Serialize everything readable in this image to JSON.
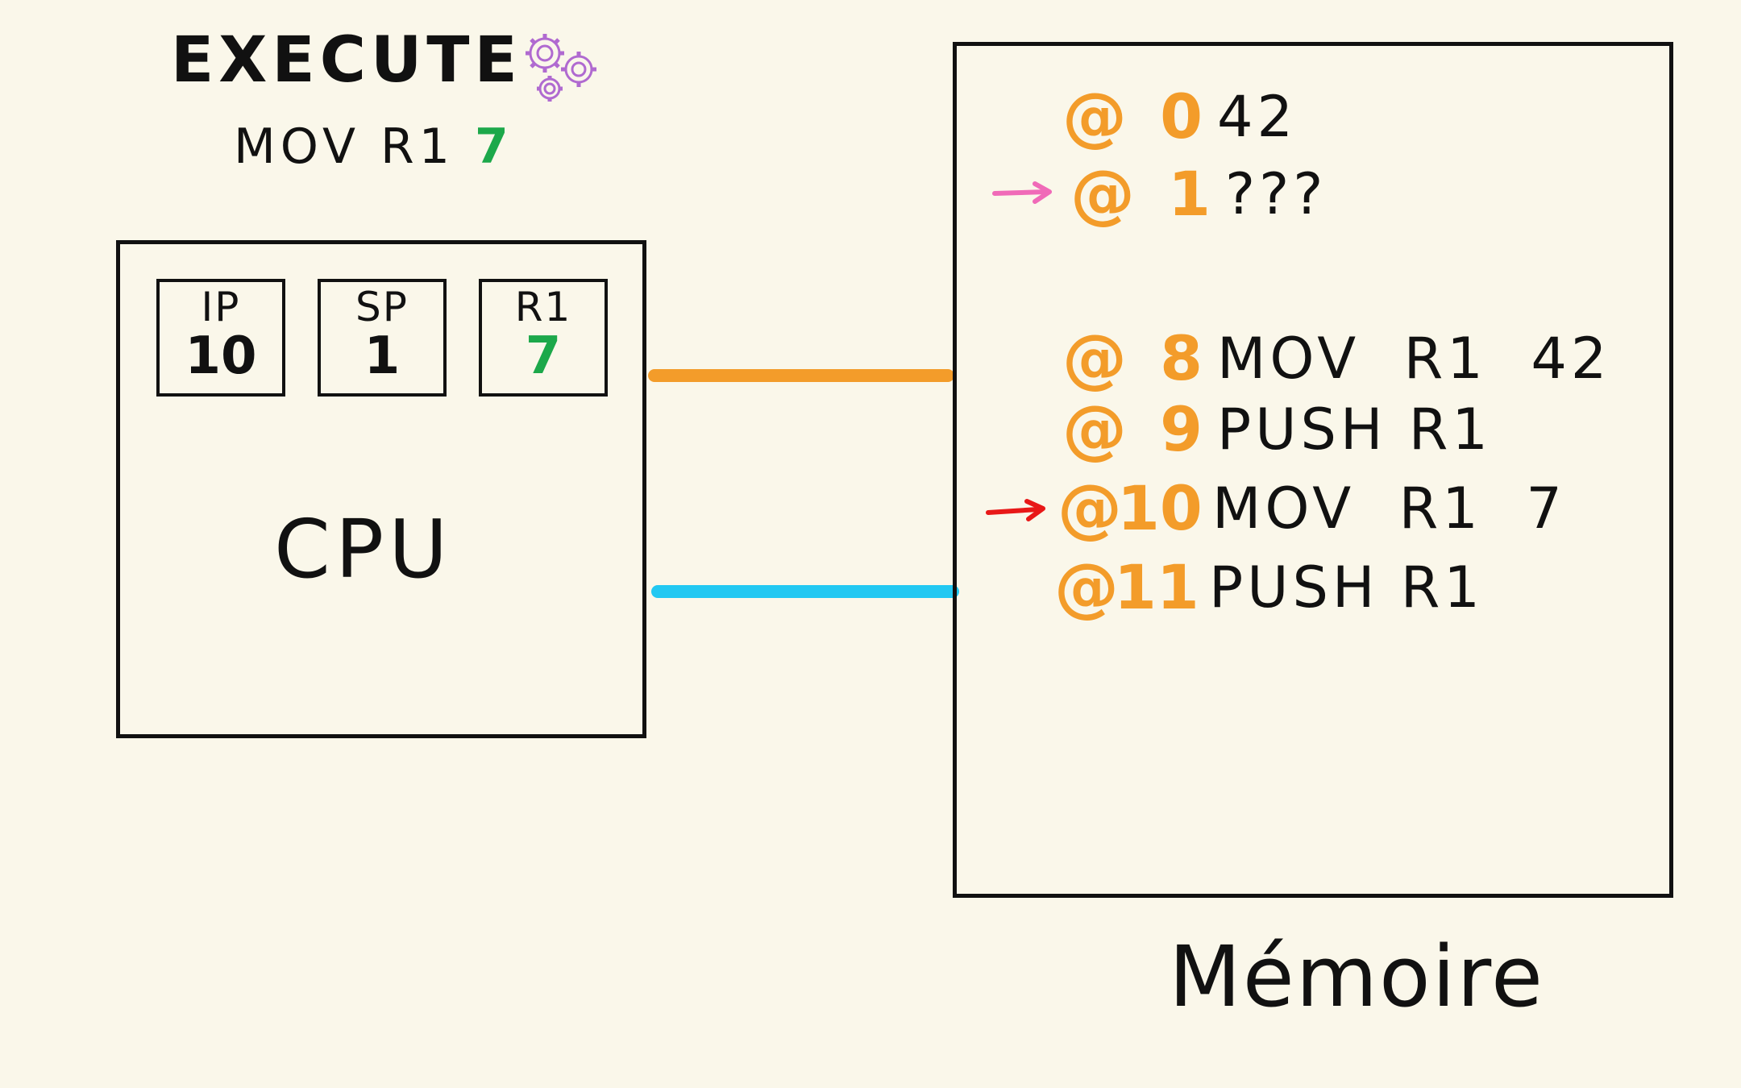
{
  "stage": {
    "title": "EXECUTE",
    "instruction_op": "MOV R1",
    "instruction_arg": "7"
  },
  "cpu": {
    "label": "CPU",
    "registers": [
      {
        "name": "IP",
        "value": "10"
      },
      {
        "name": "SP",
        "value": "1"
      },
      {
        "name": "R1",
        "value": "7"
      }
    ]
  },
  "memory": {
    "label": "Mémoire",
    "at_symbol": "@",
    "rows": [
      {
        "address": "0",
        "content": "42"
      },
      {
        "address": "1",
        "content": "???"
      },
      {
        "address": "8",
        "content": "MOV  R1  42"
      },
      {
        "address": "9",
        "content": "PUSH R1"
      },
      {
        "address": "10",
        "content": "MOV  R1  7"
      },
      {
        "address": "11",
        "content": "PUSH R1"
      }
    ]
  },
  "colors": {
    "address": "#f39c2a",
    "data_bus": "#22c8f2",
    "changed_value": "#1ca84a",
    "sp_pointer": "#f06ab8",
    "ip_pointer": "#e81818",
    "gears": "#b06ad0"
  },
  "icons": {
    "stage": "gears-icon",
    "sp_pointer": "arrow-right-icon",
    "ip_pointer": "arrow-right-icon"
  }
}
